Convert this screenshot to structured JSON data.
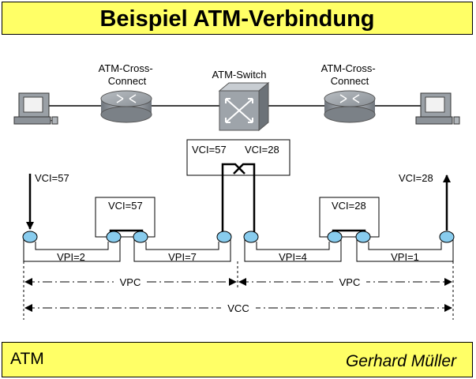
{
  "title": "Beispiel ATM-Verbindung",
  "footer": {
    "left": "ATM",
    "right": "Gerhard Müller"
  },
  "devices": {
    "cross_connect_left": "ATM-Cross-Connect",
    "switch": "ATM-Switch",
    "cross_connect_right": "ATM-Cross-Connect"
  },
  "labels": {
    "vci_in": "VCI=57",
    "vci_out": "VCI=28",
    "cc1_vci": "VCI=57",
    "switch_vci_in": "VCI=57",
    "switch_vci_out": "VCI=28",
    "cc2_vci": "VCI=28",
    "vpi_1": "VPI=2",
    "vpi_2": "VPI=7",
    "vpi_3": "VPI=4",
    "vpi_4": "VPI=1",
    "vpc_left": "VPC",
    "vpc_right": "VPC",
    "vcc": "VCC"
  }
}
